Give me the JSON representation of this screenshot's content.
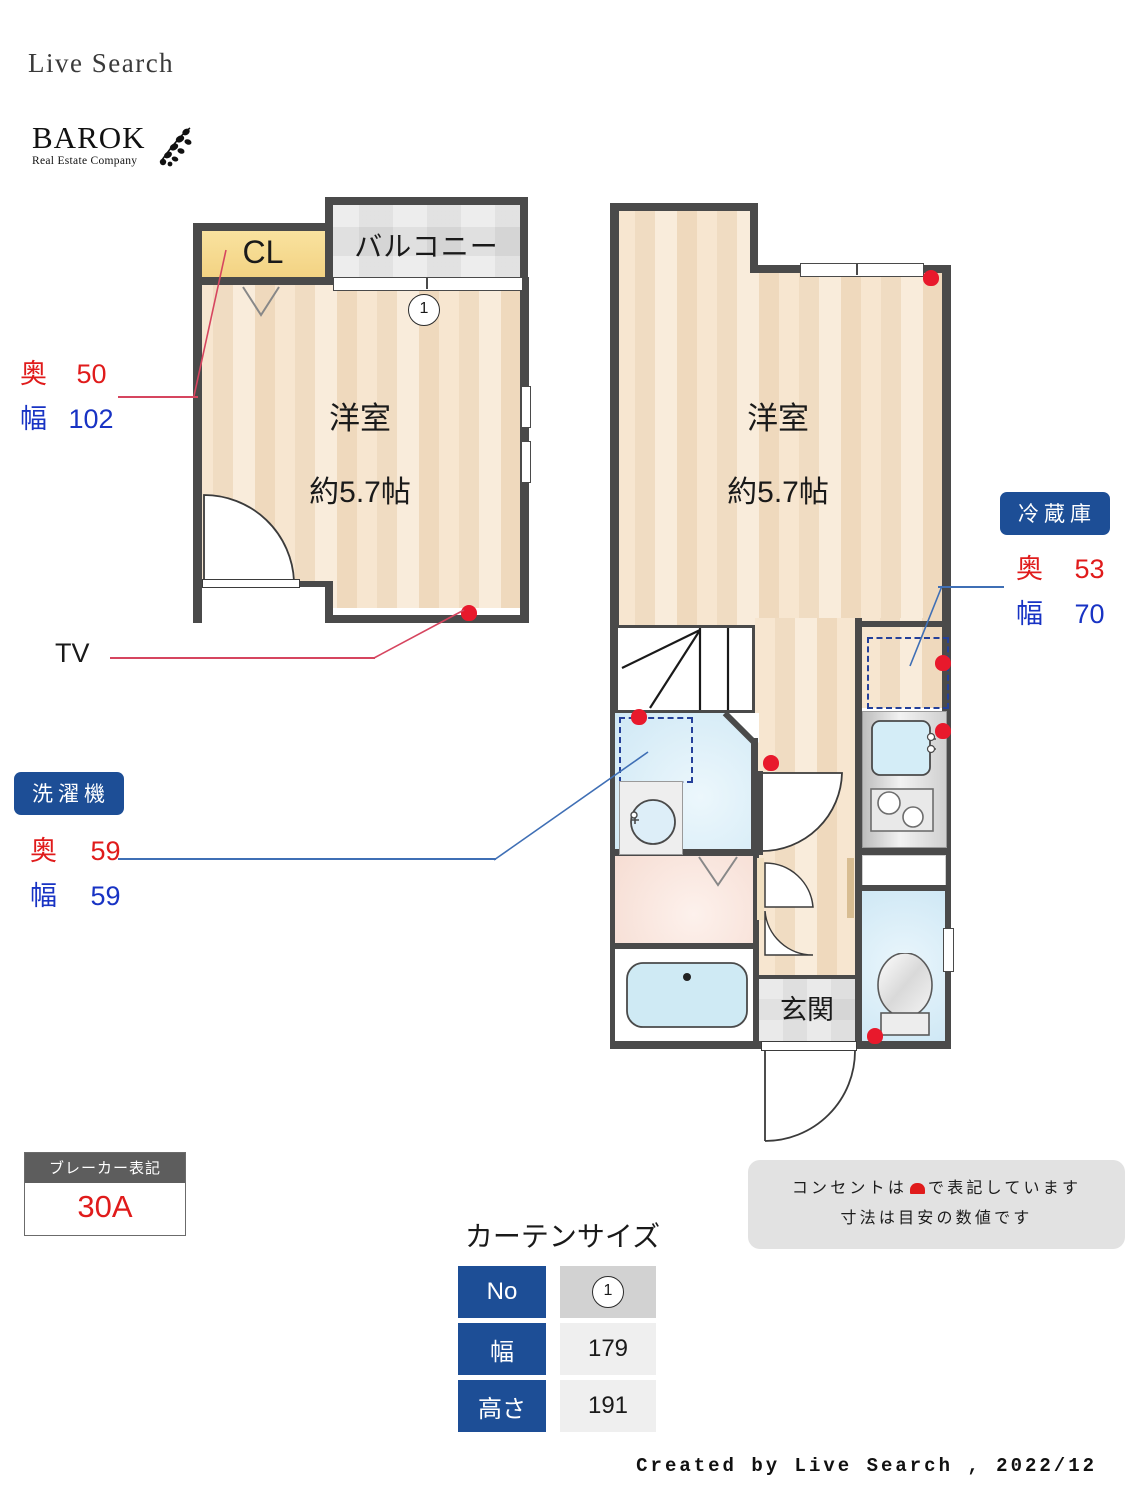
{
  "header": {
    "site_name": "Live Search",
    "company_name": "BAROK",
    "company_tagline": "Real Estate Company",
    "sprig_icon": "olive-sprig-icon"
  },
  "floorplan": {
    "left_unit": {
      "closet_label": "CL",
      "balcony_label": "バルコニー",
      "room_name": "洋室",
      "room_size": "約5.7帖",
      "window_marker": "1"
    },
    "right_unit": {
      "room_name": "洋室",
      "room_size": "約5.7帖",
      "entrance_label": "玄関"
    }
  },
  "callouts": [
    {
      "id": "closet",
      "badge": null,
      "depth_label": "奥",
      "depth_value": "50",
      "width_label": "幅",
      "width_value": "102"
    },
    {
      "id": "tv",
      "badge": "TV",
      "depth_label": null,
      "depth_value": null,
      "width_label": null,
      "width_value": null
    },
    {
      "id": "washing-machine",
      "badge": "洗濯機",
      "depth_label": "奥",
      "depth_value": "59",
      "width_label": "幅",
      "width_value": "59"
    },
    {
      "id": "refrigerator",
      "badge": "冷蔵庫",
      "depth_label": "奥",
      "depth_value": "53",
      "width_label": "幅",
      "width_value": "70"
    }
  ],
  "breaker": {
    "title": "ブレーカー表記",
    "value": "30A"
  },
  "notes": {
    "line1_before": "コンセントは",
    "line1_after": "で表記しています",
    "line2": "寸法は目安の数値です"
  },
  "curtain": {
    "title": "カーテンサイズ",
    "rows": [
      {
        "head": "No",
        "value": "1"
      },
      {
        "head": "幅",
        "value": "179"
      },
      {
        "head": "高さ",
        "value": "191"
      }
    ]
  },
  "footer": {
    "credit": "Created by Live Search , 2022/12"
  },
  "colors": {
    "accent_blue": "#1d4e96",
    "outlet_red": "#e8192c",
    "dim_red": "#e01b1b",
    "dim_blue": "#1833c4",
    "wall": "#4a4a4a",
    "closet_yellow": "#f6dd92"
  }
}
